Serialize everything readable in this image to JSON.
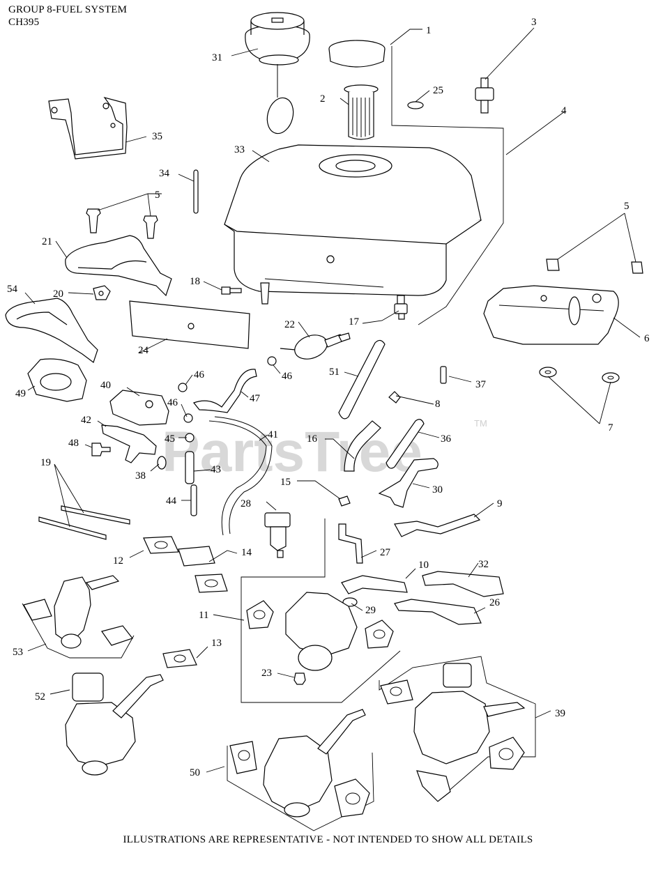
{
  "header": {
    "title_line1": "GROUP 8-FUEL SYSTEM",
    "title_line2": "CH395"
  },
  "footer": {
    "note": "ILLUSTRATIONS ARE REPRESENTATIVE - NOT INTENDED TO SHOW ALL DETAILS"
  },
  "watermark": {
    "brand": "PartsTree",
    "trademark": "TM"
  },
  "callouts": [
    "1",
    "2",
    "3",
    "4",
    "5",
    "5",
    "6",
    "7",
    "8",
    "9",
    "10",
    "11",
    "12",
    "13",
    "14",
    "15",
    "16",
    "17",
    "18",
    "19",
    "20",
    "21",
    "22",
    "23",
    "24",
    "25",
    "26",
    "27",
    "28",
    "29",
    "30",
    "31",
    "32",
    "33",
    "34",
    "35",
    "36",
    "37",
    "38",
    "39",
    "40",
    "41",
    "42",
    "43",
    "44",
    "45",
    "46",
    "46",
    "47",
    "48",
    "49",
    "50",
    "51",
    "52",
    "53",
    "54"
  ]
}
